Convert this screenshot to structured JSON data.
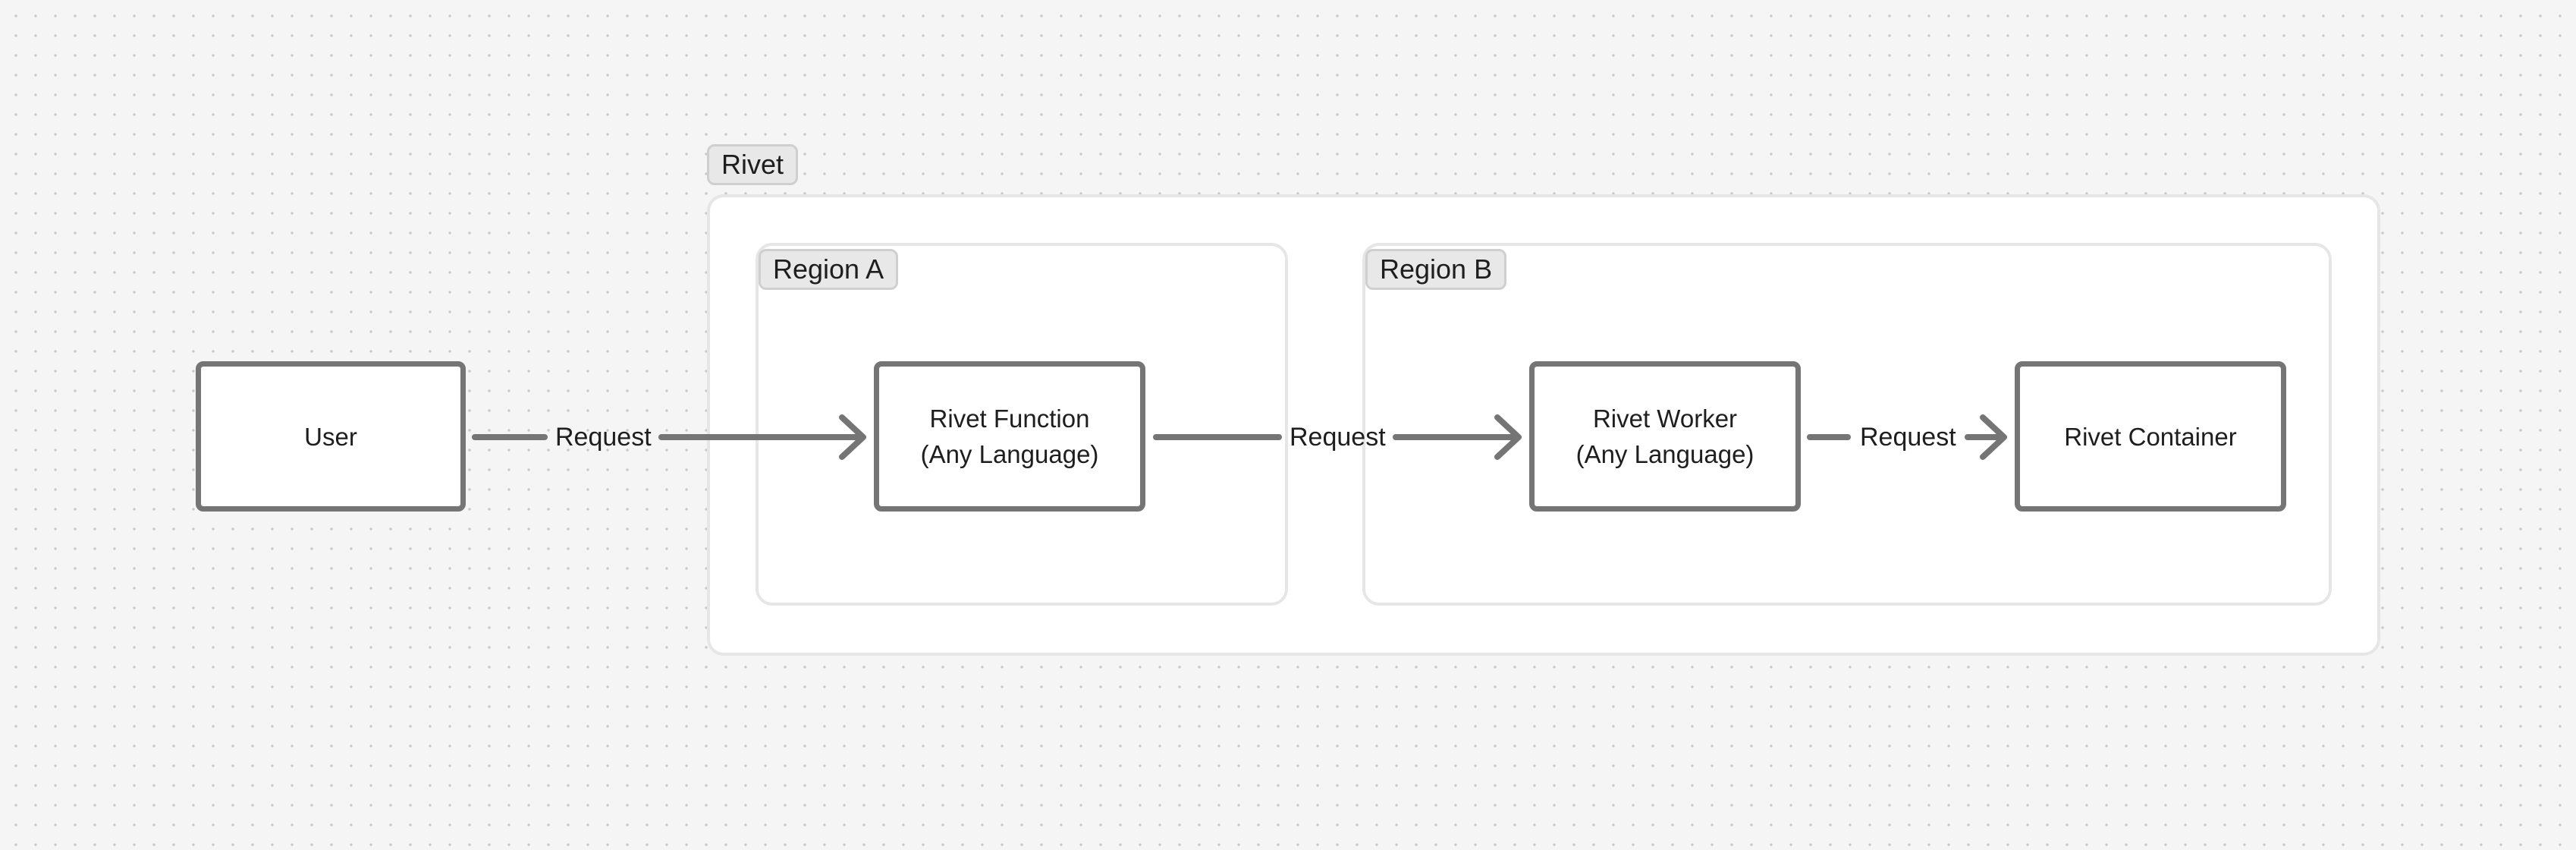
{
  "diagram": {
    "groups": {
      "rivet": {
        "label": "Rivet"
      },
      "region_a": {
        "label": "Region A"
      },
      "region_b": {
        "label": "Region B"
      }
    },
    "nodes": {
      "user": {
        "label": "User"
      },
      "rivet_function": {
        "line1": "Rivet Function",
        "line2": "(Any Language)"
      },
      "rivet_worker": {
        "line1": "Rivet Worker",
        "line2": "(Any Language)"
      },
      "rivet_container": {
        "label": "Rivet Container"
      }
    },
    "edges": [
      {
        "from": "User",
        "to": "Rivet Function",
        "label": "Request"
      },
      {
        "from": "Rivet Function",
        "to": "Rivet Worker",
        "label": "Request"
      },
      {
        "from": "Rivet Worker",
        "to": "Rivet Container",
        "label": "Request"
      }
    ],
    "colors": {
      "node_border": "#757575",
      "edge_stroke": "#757575",
      "group_border": "#e6e6e6",
      "tag_fill": "#e8e8e8",
      "canvas_dots": "#c9c9c9"
    }
  }
}
